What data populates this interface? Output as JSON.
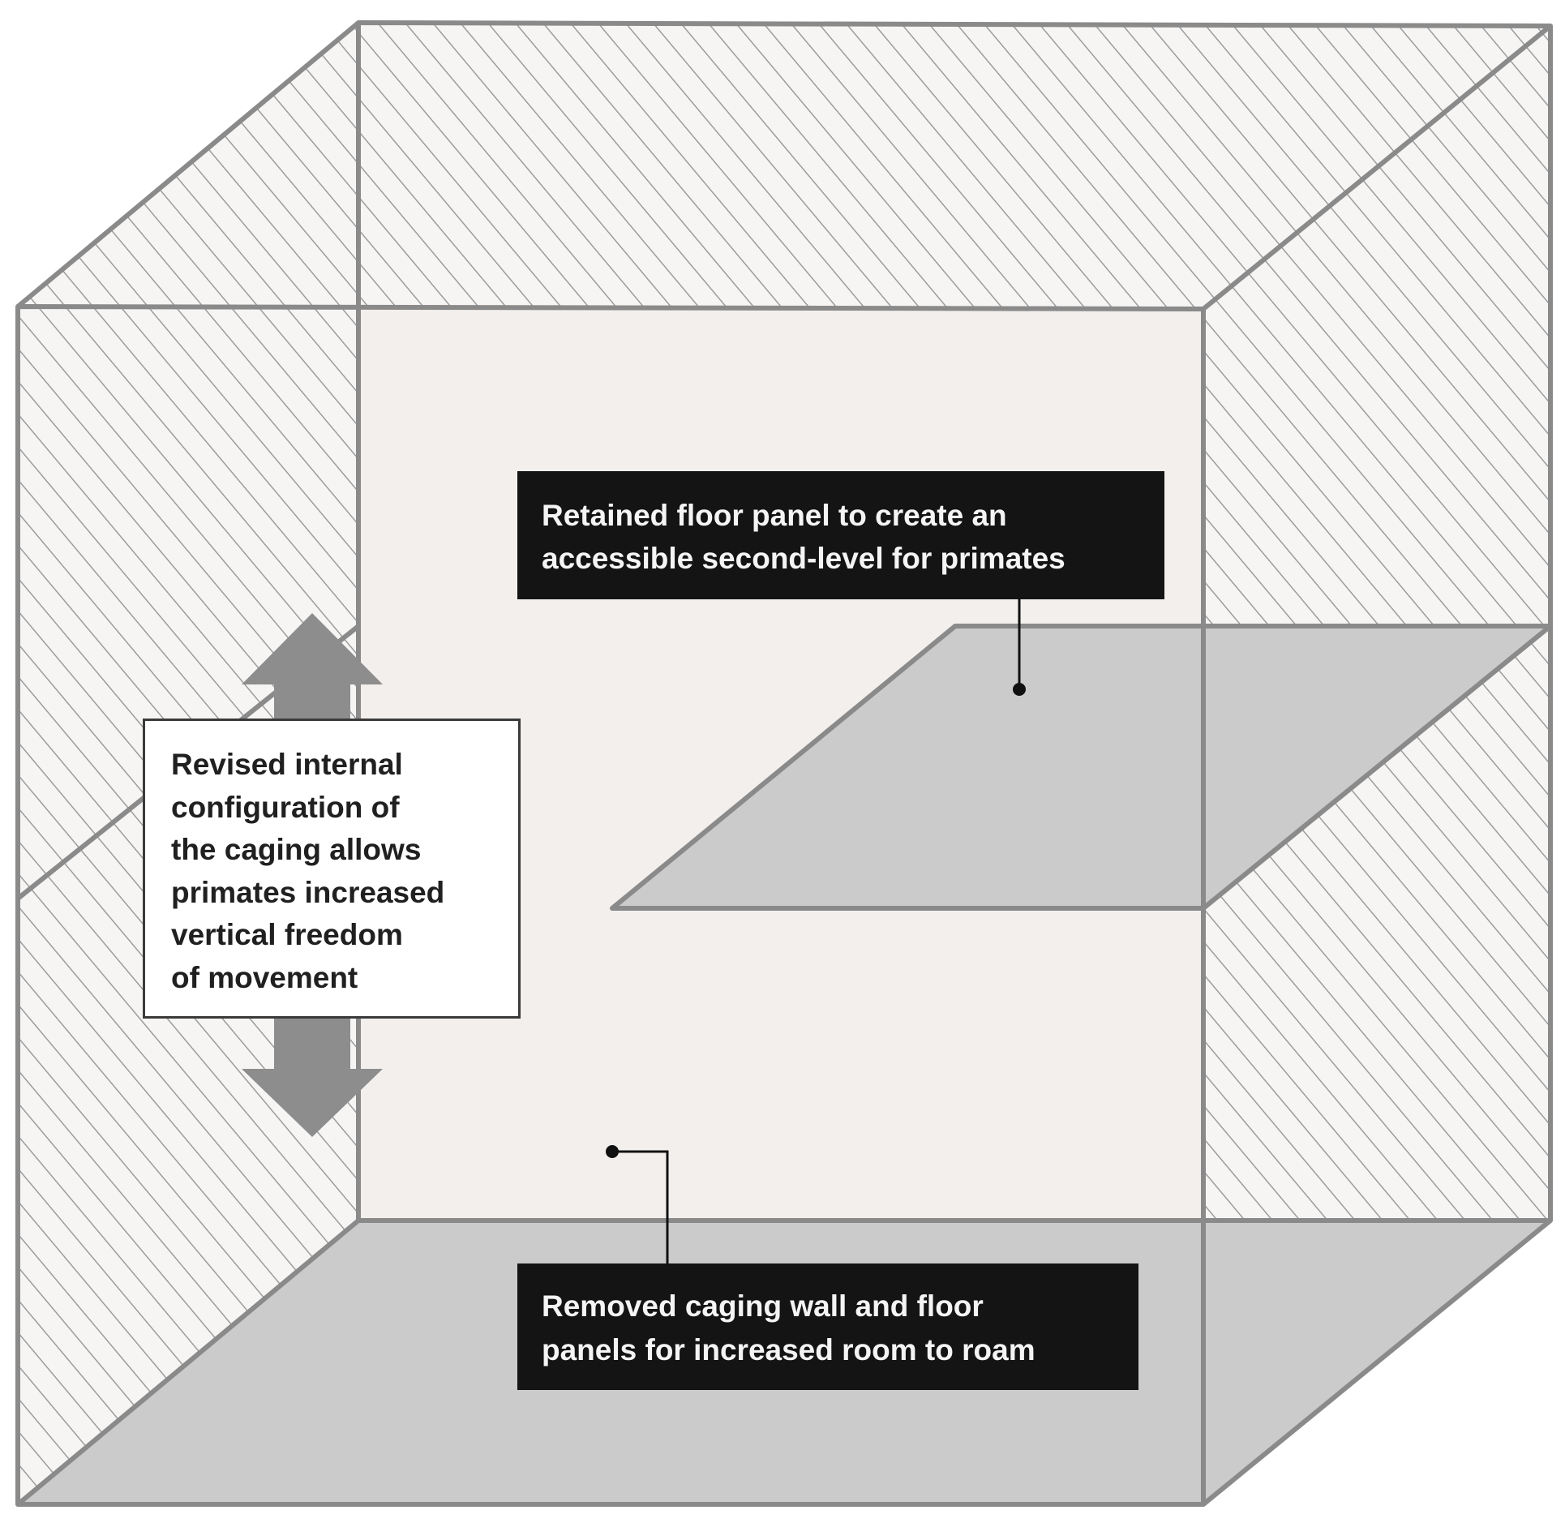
{
  "diagram": {
    "callouts": {
      "retained_floor_panel": "Retained floor panel to create an\naccessible second-level for primates",
      "revised_configuration": "Revised internal\nconfiguration of\nthe caging allows\nprimates increased\nvertical freedom\nof movement",
      "removed_panels": "Removed caging wall and floor\npanels for increased room to roam"
    },
    "colors": {
      "frame": "#8a8a8a",
      "hatch": "#9c9c9c",
      "wall_fill": "#f6f5f4",
      "back_panel": "#f2efed",
      "floor_fill": "#cbcbcb",
      "arrow": "#8d8d8d",
      "dark_label": "#141414",
      "dark_label_text": "#f4f4f4",
      "light_label_border": "#3a3a3a",
      "leader": "#111111"
    }
  }
}
